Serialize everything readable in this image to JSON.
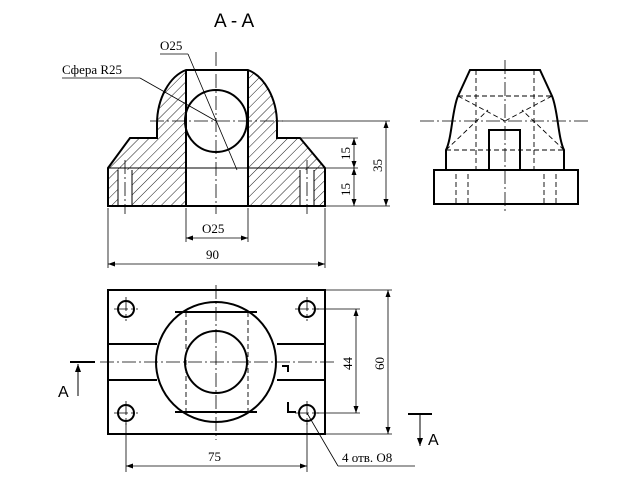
{
  "section_title": "A - A",
  "labels": {
    "sphere": "Сфера R25",
    "bore_diameter_top": "О25",
    "bore_diameter_bottom": "О25",
    "holes": "4 отв. О8",
    "section_mark_left": "A",
    "section_mark_right": "A"
  },
  "dimensions": {
    "width_overall": "90",
    "height_total": "35",
    "height_upper": "15",
    "height_lower": "15",
    "plan_width": "60",
    "plan_inner": "44",
    "hole_spacing": "75"
  }
}
